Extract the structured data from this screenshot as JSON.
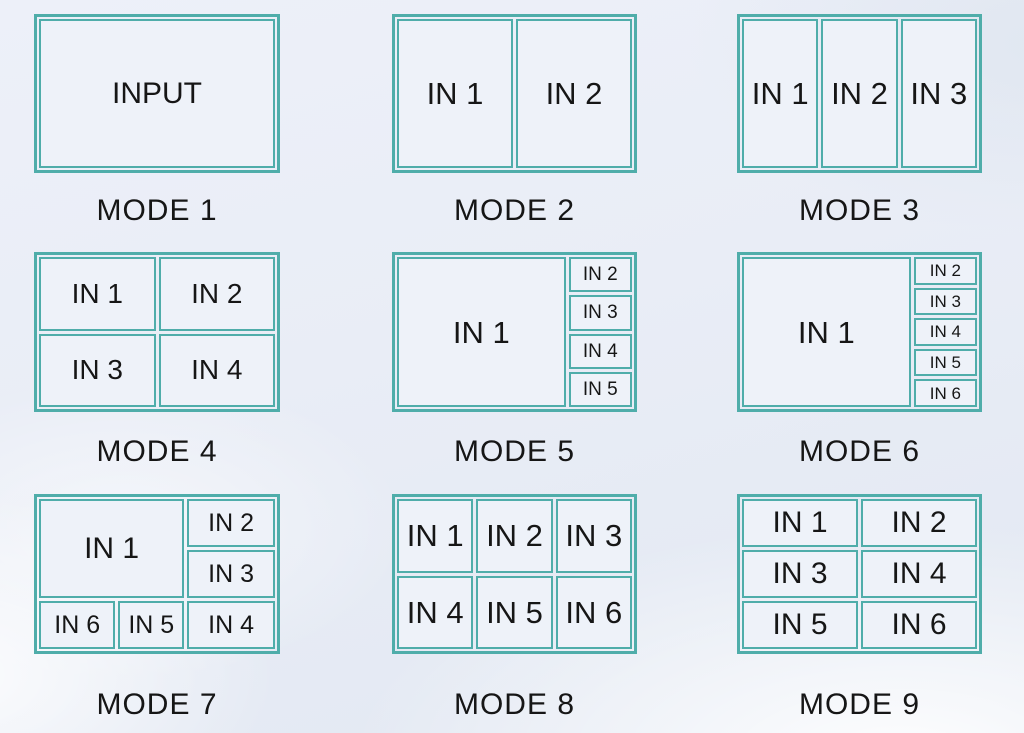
{
  "theme": {
    "teal": "#4fadaa",
    "cell_background": "#eef2f9",
    "text_color": "#161616"
  },
  "modes": [
    {
      "label": "MODE 1",
      "cells": [
        "INPUT"
      ]
    },
    {
      "label": "MODE 2",
      "cells": [
        "IN 1",
        "IN 2"
      ]
    },
    {
      "label": "MODE 3",
      "cells": [
        "IN 1",
        "IN 2",
        "IN 3"
      ]
    },
    {
      "label": "MODE 4",
      "cells": [
        "IN 1",
        "IN 2",
        "IN 3",
        "IN 4"
      ]
    },
    {
      "label": "MODE 5",
      "main": "IN 1",
      "side": [
        "IN 2",
        "IN 3",
        "IN 4",
        "IN 5"
      ]
    },
    {
      "label": "MODE 6",
      "main": "IN 1",
      "side": [
        "IN 2",
        "IN 3",
        "IN 4",
        "IN 5",
        "IN 6"
      ]
    },
    {
      "label": "MODE 7",
      "cells": [
        "IN 1",
        "IN 2",
        "IN 3",
        "IN 4",
        "IN 5",
        "IN 6"
      ]
    },
    {
      "label": "MODE 8",
      "cells": [
        "IN 1",
        "IN 2",
        "IN 3",
        "IN 4",
        "IN 5",
        "IN 6"
      ]
    },
    {
      "label": "MODE 9",
      "cells": [
        "IN 1",
        "IN 2",
        "IN 3",
        "IN 4",
        "IN 5",
        "IN 6"
      ]
    }
  ]
}
